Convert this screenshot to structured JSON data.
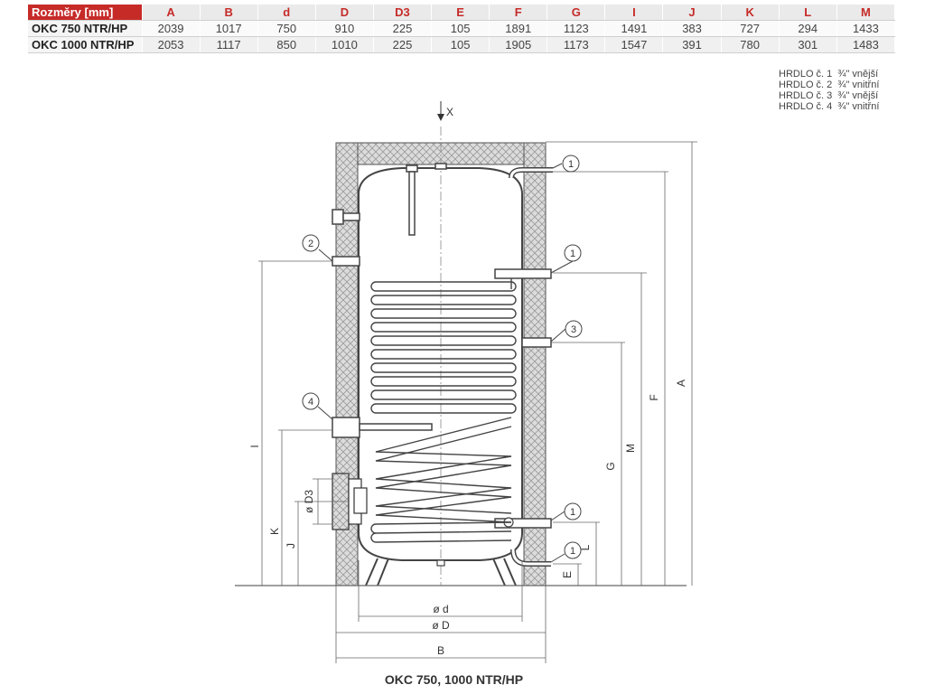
{
  "table": {
    "corner": "Rozměry [mm]",
    "columns": [
      "A",
      "B",
      "d",
      "D",
      "D3",
      "E",
      "F",
      "G",
      "I",
      "J",
      "K",
      "L",
      "M"
    ],
    "rows": [
      {
        "model": "OKC 750 NTR/HP",
        "values": [
          "2039",
          "1017",
          "750",
          "910",
          "225",
          "105",
          "1891",
          "1123",
          "1491",
          "383",
          "727",
          "294",
          "1433"
        ]
      },
      {
        "model": "OKC 1000 NTR/HP",
        "values": [
          "2053",
          "1117",
          "850",
          "1010",
          "225",
          "105",
          "1905",
          "1173",
          "1547",
          "391",
          "780",
          "301",
          "1483"
        ]
      }
    ]
  },
  "notes": [
    {
      "label": "HRDLO č. 1",
      "size": "¾\" vnější"
    },
    {
      "label": "HRDLO č. 2",
      "size": "¾\" vnitřní"
    },
    {
      "label": "HRDLO č. 3",
      "size": "¾\" vnější"
    },
    {
      "label": "HRDLO č. 4",
      "size": "¾\" vnitřní"
    }
  ],
  "drawing": {
    "dims": {
      "x": "X",
      "A": "A",
      "F": "F",
      "M": "M",
      "G": "G",
      "I": "I",
      "K": "K",
      "J": "J",
      "L": "L",
      "E": "E",
      "D3": "ø D3",
      "d": "ø d",
      "D": "ø D",
      "B": "B"
    },
    "callouts": {
      "c1a": "1",
      "c2": "2",
      "c1b": "1",
      "c3": "3",
      "c4": "4",
      "c1c": "1",
      "c1d": "1"
    }
  },
  "caption": "OKC 750, 1000 NTR/HP",
  "colors": {
    "accent": "#c62b28",
    "line": "#444444",
    "insulation": "#cccccc",
    "header_bg": "#eaeaea"
  }
}
